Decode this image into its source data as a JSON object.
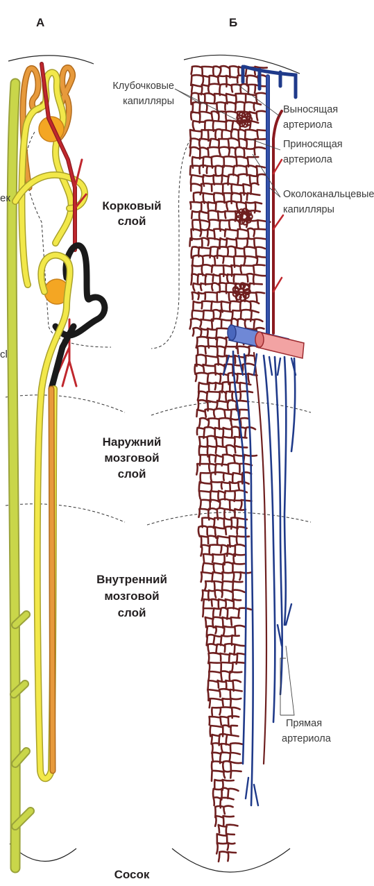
{
  "panels": {
    "left": "А",
    "right": "Б"
  },
  "zones": {
    "cortex": [
      "Корковый",
      "слой"
    ],
    "outer_medulla": [
      "Наружний",
      "мозговой",
      "слой"
    ],
    "inner_medulla": [
      "Внутренний",
      "мозговой",
      "слой"
    ],
    "papilla": "Сосок"
  },
  "annotations": {
    "glomerular_capillaries": [
      "Клубочковые",
      "капилляры"
    ],
    "efferent_arteriole": [
      "Выносящая",
      "артериола"
    ],
    "afferent_arteriole": [
      "Приносящая",
      "артериола"
    ],
    "peritubular_capillaries": [
      "Околоканальцевые",
      "капилляры"
    ],
    "vasa_recta": [
      "Прямая",
      "артериола"
    ]
  },
  "left_edge_fragments": [
    "ек",
    "сl"
  ],
  "colors": {
    "tubule_yellow": "#f2e84a",
    "tubule_orange": "#e79a3c",
    "collecting_duct": "#c9d64a",
    "glomerulus": "#f4a623",
    "artery_red": "#c0272d",
    "vein_blue": "#1f3a8a",
    "capillary_brown": "#6e1f1f",
    "black_segment": "#1a1a1a"
  }
}
